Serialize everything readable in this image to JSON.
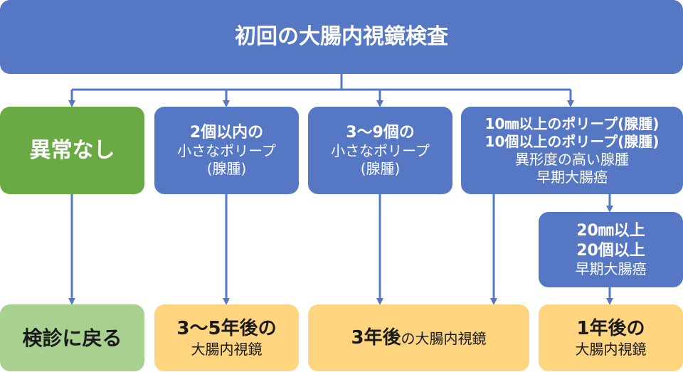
{
  "top": {
    "title": "初回の大腸内視鏡検査"
  },
  "findings": {
    "none": "異常なし",
    "g1": {
      "line1": "2個以内の",
      "line2": "小さなポリープ",
      "line3": "(腺腫)"
    },
    "g2": {
      "line1": "3～9個の",
      "line2": "小さなポリープ",
      "line3": "(腺腫)"
    },
    "g3": {
      "line1": "10㎜以上のポリープ(腺腫)",
      "line2": "10個以上のポリープ(腺腫)",
      "line3": "異形度の高い腺腫",
      "line4": "早期大腸癌"
    },
    "g4": {
      "line1": "20㎜以上",
      "line2": "20個以上",
      "line3": "早期大腸癌"
    }
  },
  "outcomes": {
    "o1": "検診に戻る",
    "o2": {
      "line1": "3～5年後の",
      "line2": "大腸内視鏡"
    },
    "o3": {
      "bold": "3年後",
      "rest": "の大腸内視鏡"
    },
    "o4": {
      "line1": "1年後の",
      "line2": "大腸内視鏡"
    }
  },
  "colors": {
    "blue": "#5577c4",
    "green": "#6aaa45",
    "light_green": "#a8d08f",
    "orange": "#ffd580"
  }
}
